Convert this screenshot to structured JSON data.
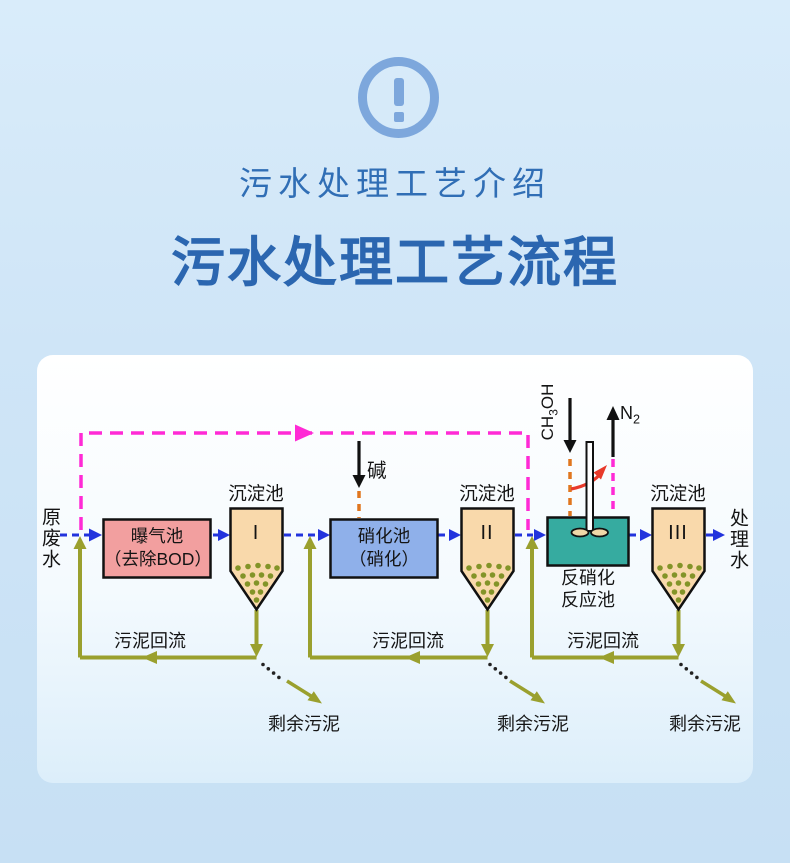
{
  "header": {
    "icon": "exclamation-circle-icon",
    "subtitle": "污水处理工艺介绍",
    "title": "污水处理工艺流程"
  },
  "flow": {
    "input": "原废水",
    "output": "处理水",
    "aeration_line1": "曝气池",
    "aeration_line2": "（去除BOD）",
    "nitrification_line1": "硝化池",
    "nitrification_line2": "（硝化）",
    "denitrification_line1": "反硝化",
    "denitrification_line2": "反应池",
    "clarifier_label_1": "沉淀池",
    "clarifier_label_2": "沉淀池",
    "clarifier_label_3": "沉淀池",
    "clarifier_num_1": "I",
    "clarifier_num_2": "II",
    "clarifier_num_3": "III",
    "alkali": "碱",
    "methanol_pre": "CH",
    "methanol_sub": "3",
    "methanol_post": "OH",
    "nitrogen_pre": "N",
    "nitrogen_sub": "2",
    "sludge_return_1": "污泥回流",
    "sludge_return_2": "污泥回流",
    "sludge_return_3": "污泥回流",
    "excess_sludge_1": "剩余污泥",
    "excess_sludge_2": "剩余污泥",
    "excess_sludge_3": "剩余污泥"
  },
  "colors": {
    "page_background": "#cfe5f7",
    "card_background": "#ffffff",
    "title_blue": "#2b66b0",
    "icon_blue": "#7da7dc",
    "aeration_fill": "#f29f9f",
    "nitrification_fill": "#8fb0ea",
    "denitrification_fill": "#36aba0",
    "clarifier_fill": "#f9d9ab",
    "flow_arrow_blue": "#2233dd",
    "recycle_magenta": "#ff2ad5",
    "chemical_orange": "#e0761f",
    "sludge_olive": "#9aa02e",
    "stir_arrow_red": "#e8392a",
    "outline_black": "#111111"
  }
}
